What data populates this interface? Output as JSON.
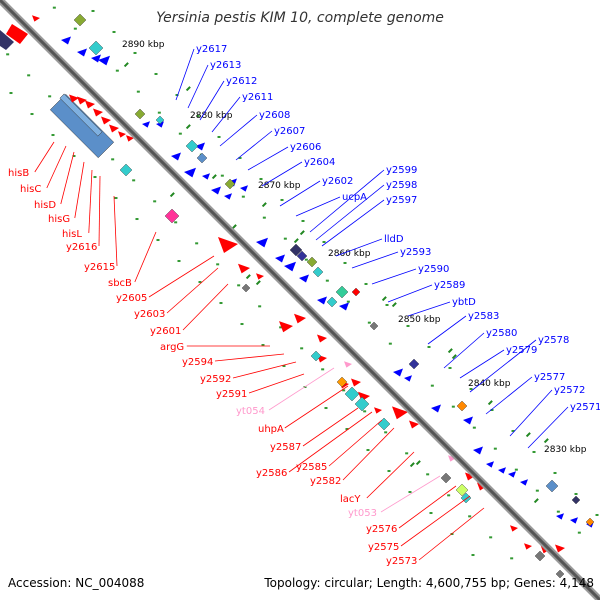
{
  "title": "Yersinia pestis KIM 10, complete genome",
  "accession": "Accession: NC_004088",
  "summary": "Topology: circular; Length: 4,600,755 bp; Genes: 4,148",
  "colors": {
    "forward": "#ff0000",
    "reverse": "#0000ff",
    "rna": "#ff99cc",
    "backbone": "#777777"
  },
  "kbp_ticks": [
    "2890 kbp",
    "2880 kbp",
    "2870 kbp",
    "2860 kbp",
    "2850 kbp",
    "2840 kbp",
    "2830 kbp"
  ],
  "right_labels": [
    "y2617",
    "y2613",
    "y2612",
    "y2611",
    "y2608",
    "y2607",
    "y2606",
    "y2604",
    "y2602",
    "ucpA",
    "y2599",
    "y2598",
    "y2597",
    "lldD",
    "y2593",
    "y2590",
    "y2589",
    "ybtD",
    "y2583",
    "y2580",
    "y2579",
    "y2578",
    "y2577",
    "y2572",
    "y2571"
  ],
  "left_labels": [
    "hisB",
    "hisC",
    "hisD",
    "hisG",
    "hisL",
    "y2616",
    "y2615",
    "sbcB",
    "y2605",
    "y2603",
    "y2601",
    "argG",
    "y2594",
    "y2592",
    "y2591",
    "yt054",
    "uhpA",
    "y2587",
    "y2586",
    "y2585",
    "y2582",
    "lacY",
    "yt053",
    "y2576",
    "y2575",
    "y2573"
  ]
}
